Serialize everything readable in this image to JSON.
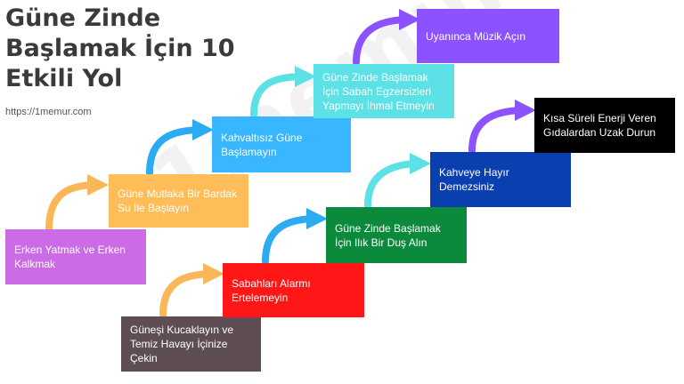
{
  "title": "Güne Zinde Başlamak İçin 10 Etkili Yol",
  "source": "https://1memur.com",
  "watermark": "1memur.com",
  "colors": {
    "orange": "#f9b759",
    "purple": "#8c52ff",
    "blue": "#2aabf2",
    "cyan": "#5ce1e6"
  },
  "steps": [
    {
      "text": "Erken Yatmak ve Erken Kalkmak",
      "color": "#cb6ce6"
    },
    {
      "text": "Güne Mutlaka Bir Bardak Su İle Başlayın",
      "color": "#ffbd59"
    },
    {
      "text": "Kahvaltısız Güne Başlamayın",
      "color": "#38b6ff"
    },
    {
      "text": "Güne Zinde Başlamak İçin Sabah Egzersizleri Yapmayı İhmal Etmeyin",
      "color": "#5ce1e6"
    },
    {
      "text": "Uyanınca Müzik Açın",
      "color": "#8c52ff"
    },
    {
      "text": "Güneşi Kucaklayın ve Temiz Havayı İçinize Çekin",
      "color": "#5e4d55"
    },
    {
      "text": "Sabahları Alarmı Ertelemeyin",
      "color": "#ff1616"
    },
    {
      "text": "Güne Zinde Başlamak İçin Ilık Bir Duş Alın",
      "color": "#0b8a3c"
    },
    {
      "text": "Kahveye Hayır Demezsiniz",
      "color": "#0a3fb0"
    },
    {
      "text": "Kısa Süreli Enerji Veren Gıdalardan Uzak Durun",
      "color": "#000000"
    }
  ]
}
